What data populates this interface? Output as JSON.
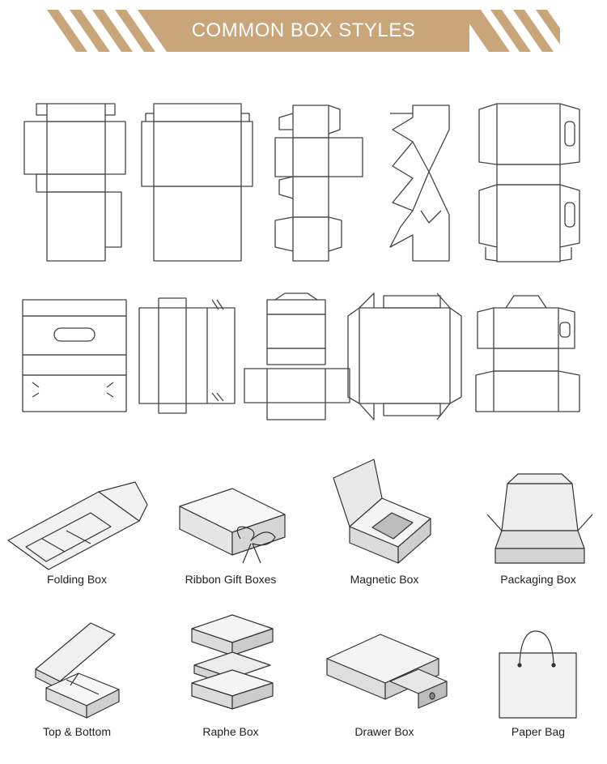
{
  "banner": {
    "title": "COMMON BOX STYLES",
    "accent_color": "#c9a57a"
  },
  "dielines": {
    "count": 10,
    "line_color": "#444444"
  },
  "box_styles": [
    {
      "label": "Folding Box",
      "icon": "folding-box-icon"
    },
    {
      "label": "Ribbon Gift Boxes",
      "icon": "ribbon-gift-box-icon"
    },
    {
      "label": "Magnetic Box",
      "icon": "magnetic-box-icon"
    },
    {
      "label": "Packaging Box",
      "icon": "packaging-box-icon"
    },
    {
      "label": "Top & Bottom",
      "icon": "top-bottom-box-icon"
    },
    {
      "label": "Raphe Box",
      "icon": "raphe-box-icon"
    },
    {
      "label": "Drawer Box",
      "icon": "drawer-box-icon"
    },
    {
      "label": "Paper Bag",
      "icon": "paper-bag-icon"
    }
  ]
}
